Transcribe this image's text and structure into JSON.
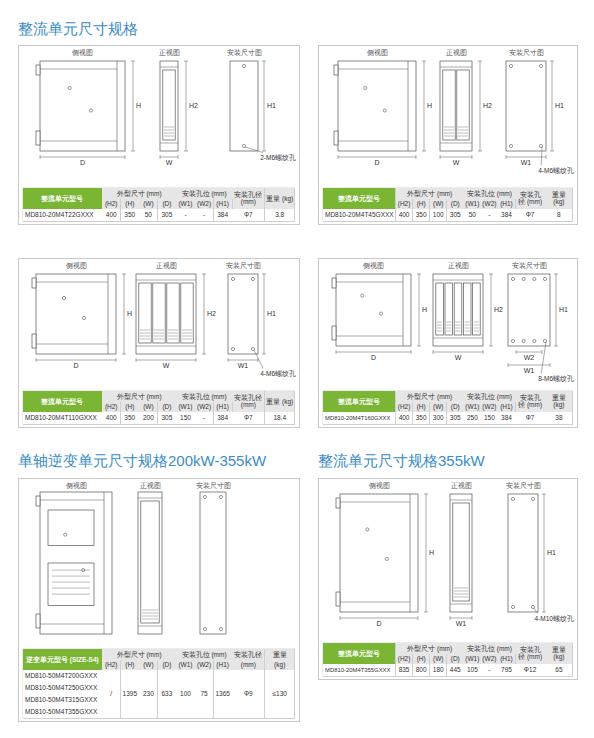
{
  "diagram": {
    "title": "整流单元尺寸规格",
    "labels": [
      "侧视图",
      "正视图",
      "安装尺寸图",
      "H",
      "D",
      "H2",
      "W",
      "H1",
      "2-M6螺纹孔",
      "整流单元型号",
      "外型尺寸 (mm)",
      "安装孔位 (mm)",
      "安装孔径 (mm)",
      "重量 (kg)",
      "(H2)",
      "(H)",
      "(W)",
      "(D)",
      "(W1)",
      "(W2)",
      "(H1)",
      "MD810-20M4T22GXXX",
      "400",
      "350",
      "50",
      "305",
      "-",
      "-",
      "384",
      "Φ7",
      "3.8",
      "侧视图",
      "正视图",
      "安装尺寸图",
      "H",
      "D",
      "H2",
      "W",
      "W1",
      "H1",
      "4-M6螺纹孔",
      "整流单元型号",
      "外型尺寸 (mm)",
      "安装孔位 (mm)",
      "安装孔径 (mm)",
      "重量 (kg)",
      "(H2)",
      "(H)",
      "(W)",
      "(D)",
      "(W1)",
      "(W2)",
      "(H1)",
      "MD810-20M4T45GXXX",
      "400",
      "350",
      "100",
      "305",
      "50",
      "-",
      "384",
      "Φ7",
      "8",
      "侧视图",
      "正视图",
      "安装尺寸图",
      "H",
      "D",
      "H2",
      "W",
      "W1",
      "H1",
      "4-M6螺纹孔",
      "整流单元型号",
      "外型尺寸 (mm)",
      "安装孔位 (mm)",
      "安装孔径 (mm)",
      "重量 (kg)",
      "(H2)",
      "(H)",
      "(W)",
      "(D)",
      "(W1)",
      "(W2)",
      "(H1)",
      "MD810-20M4T110GXXX",
      "400",
      "350",
      "200",
      "305",
      "150",
      "-",
      "384",
      "Φ7",
      "18.4",
      "侧视图",
      "正视图",
      "安装尺寸图",
      "H",
      "D",
      "H2",
      "W",
      "W1",
      "W2",
      "H1",
      "8-M6螺纹孔",
      "整流单元型号",
      "外型尺寸 (mm)",
      "安装孔位 (mm)",
      "安装孔径 (mm)",
      "重量 (kg)",
      "(H2)",
      "(H)",
      "(W)",
      "(D)",
      "(W1)",
      "(W2)",
      "(H1)",
      "MD810-20M4T160GXXX",
      "400",
      "350",
      "300",
      "305",
      "250",
      "150",
      "384",
      "Φ7",
      "38",
      "单轴逆变单元尺寸规格200kW-355kW",
      "侧视图",
      "正视图",
      "安装尺寸图",
      "逆变单元型号 (SIZE-S4)",
      "外型尺寸 (mm)",
      "安装孔位 (mm)",
      "安装孔径",
      "重量",
      "(H2)",
      "(H)",
      "(W)",
      "(D)",
      "(W1)",
      "(W2)",
      "(H1)",
      "(mm)",
      "(kg)",
      "MD810-50M4T200GXXX",
      "MD810-50M4T250GXXX",
      "MD810-50M4T315GXXX",
      "MD810-50M4T355GXXX",
      "/",
      "1395",
      "230",
      "633",
      "100",
      "75",
      "1365",
      "Φ9",
      "≤130",
      "整流单元尺寸规格355kW",
      "侧视图",
      "正视图",
      "安装尺寸图",
      "H",
      "D",
      "W1",
      "H1",
      "4-M10螺纹孔",
      "整流单元型号",
      "外型尺寸 (mm)",
      "安装孔位 (mm)",
      "安装孔径 (mm)",
      "重量 (kg)",
      "(H2)",
      "(H)",
      "(W)",
      "(D)",
      "(W1)",
      "(W2)",
      "(H1)",
      "MD810-20M4T355GXXX",
      "835",
      "800",
      "180",
      "445",
      "105",
      "-",
      "795",
      "Φ12",
      "65"
    ]
  }
}
